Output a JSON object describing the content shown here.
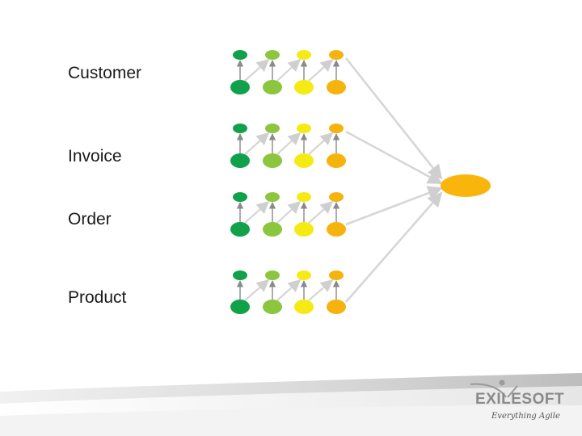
{
  "entities": [
    {
      "label": "Customer"
    },
    {
      "label": "Invoice"
    },
    {
      "label": "Order"
    },
    {
      "label": "Product"
    }
  ],
  "columns": [
    {
      "color": "#10a14b"
    },
    {
      "color": "#8cc63f"
    },
    {
      "color": "#f5ea14"
    },
    {
      "color": "#f7b30d"
    }
  ],
  "target_node": {
    "color": "#f9b50b"
  },
  "connector_color": "#d6d6d6",
  "arrow_color": "#8a8a8a",
  "brand": {
    "name": "EXILESOFT",
    "tagline": "Everything Agile"
  }
}
